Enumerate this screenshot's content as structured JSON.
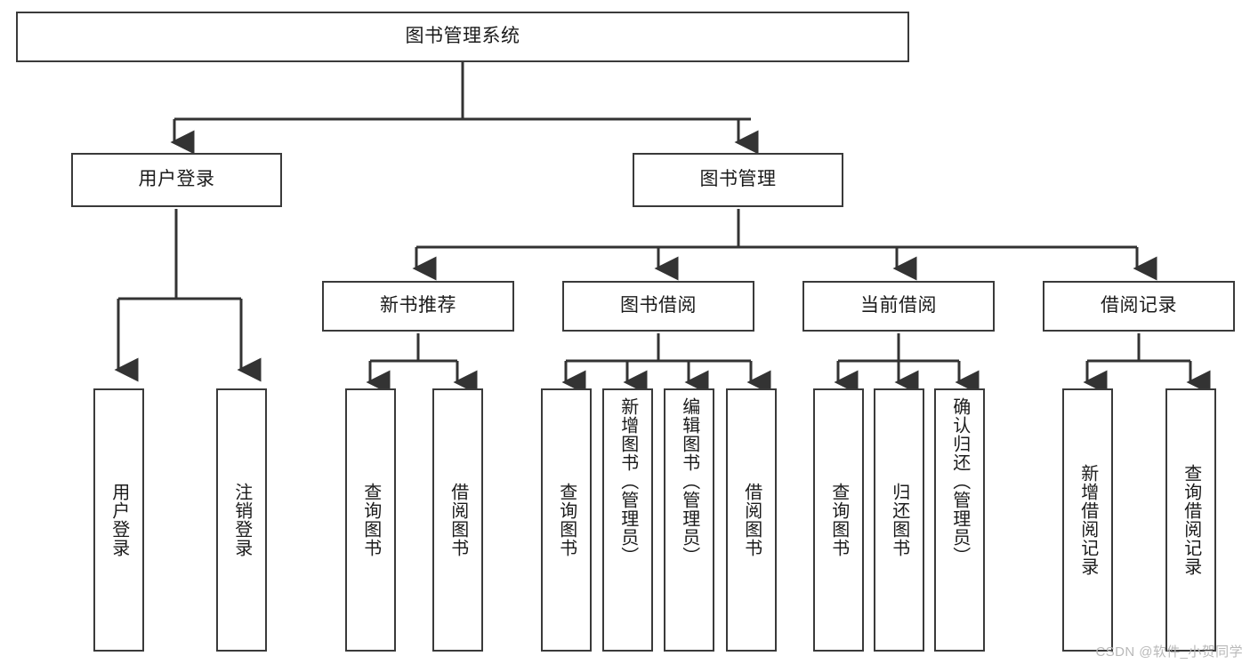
{
  "diagram": {
    "title": "图书管理系统",
    "type": "tree",
    "colors": {
      "box_border": "#3a3a3a",
      "box_fill": "#ffffff",
      "connector": "#333333",
      "text": "#1b1b1b",
      "watermark": "#b9b9b9"
    },
    "watermark": "CSDN @软件_小贺同学",
    "levels": {
      "root": {
        "label": "图书管理系统"
      },
      "level2": [
        {
          "label": "用户登录"
        },
        {
          "label": "图书管理"
        }
      ],
      "level3": [
        {
          "label": "新书推荐"
        },
        {
          "label": "图书借阅"
        },
        {
          "label": "当前借阅"
        },
        {
          "label": "借阅记录"
        }
      ],
      "leaves": {
        "user_login": [
          {
            "label": "用户登录"
          },
          {
            "label": "注销登录"
          }
        ],
        "new_book": [
          {
            "label": "查询图书"
          },
          {
            "label": "借阅图书"
          }
        ],
        "book_borrow": [
          {
            "label": "查询图书"
          },
          {
            "label": "新增图书（管理员）"
          },
          {
            "label": "编辑图书（管理员）"
          },
          {
            "label": "借阅图书"
          }
        ],
        "current_borrow": [
          {
            "label": "查询图书"
          },
          {
            "label": "归还图书"
          },
          {
            "label": "确认归还（管理员）"
          }
        ],
        "borrow_record": [
          {
            "label": "新增借阅记录"
          },
          {
            "label": "查询借阅记录"
          }
        ]
      }
    }
  }
}
